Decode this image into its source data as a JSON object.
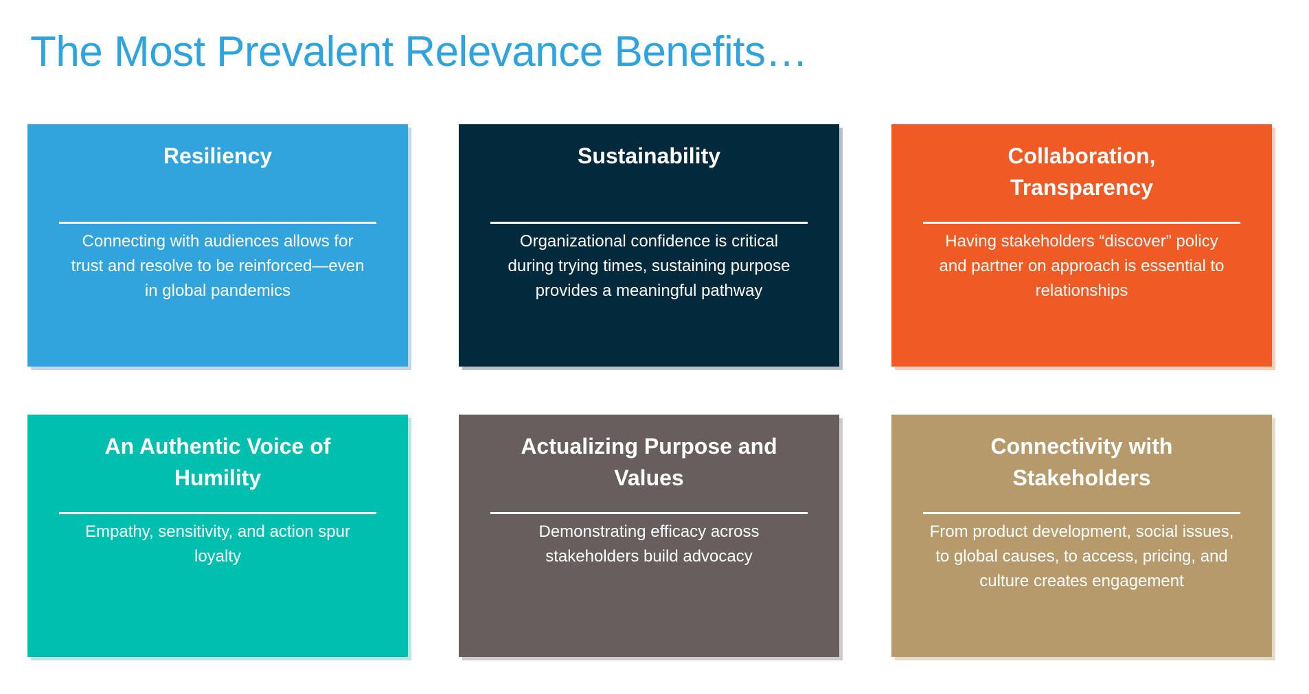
{
  "title": "The Most Prevalent Relevance Benefits…",
  "cards": [
    {
      "heading": "Resiliency",
      "body": "Connecting with audiences allows for trust and resolve to be reinforced—even in global pandemics",
      "color": "#31A4DD",
      "shadow": "#C4D8E4",
      "decoration": "stripes-icon"
    },
    {
      "heading": "Sustainability",
      "body": "Organizational confidence is critical during trying times, sustaining purpose provides a meaningful pathway",
      "color": "#03293C",
      "shadow": "#B7C2C8",
      "decoration": "waves-icon"
    },
    {
      "heading": "Collaboration, Transparency",
      "body": "Having stakeholders “discover” policy and partner on approach is essential to relationships",
      "color": "#F05A24",
      "shadow": "#F9CDBD",
      "decoration": "circles-icon"
    },
    {
      "heading": "An Authentic Voice of Humility",
      "body": "Empathy, sensitivity, and action spur loyalty",
      "color": "#00BFAE",
      "shadow": "#B8E6E1",
      "decoration": "stripes-icon"
    },
    {
      "heading": "Actualizing Purpose and Values",
      "body": "Demonstrating efficacy across stakeholders build advocacy",
      "color": "#675E5D",
      "shadow": "#CFCBCA",
      "decoration": "waves-icon"
    },
    {
      "heading": "Connectivity with Stakeholders",
      "body": "From product development, social issues, to global causes, to access, pricing, and culture creates engagement",
      "color": "#B69A6C",
      "shadow": "#E5DACA",
      "decoration": "circles-icon"
    }
  ]
}
